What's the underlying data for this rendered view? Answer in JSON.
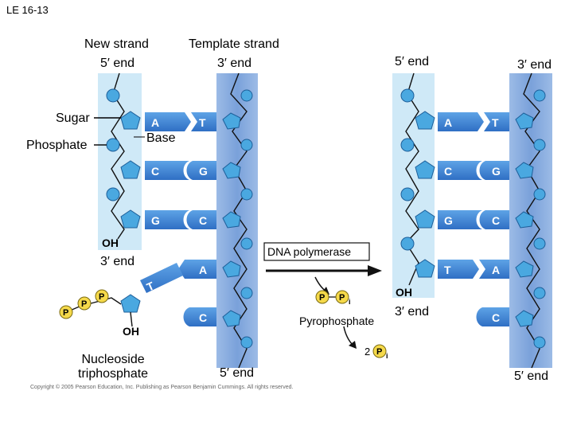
{
  "title": "LE 16-13",
  "left": {
    "new_strand": "New strand",
    "new_5_end": "5′ end",
    "template_strand": "Template strand",
    "template_3_end": "3′ end",
    "sugar": "Sugar",
    "phosphate": "Phosphate",
    "base": "Base",
    "oh": "OH",
    "new_3_end": "3′ end",
    "template_5_end": "5′ end",
    "nucleoside_triphosphate": "Nucleoside\ntriphosphate",
    "incoming_oh": "OH",
    "pairs": [
      {
        "new": "A",
        "template": "T"
      },
      {
        "new": "C",
        "template": "G"
      },
      {
        "new": "G",
        "template": "C"
      }
    ],
    "incoming_base": "T",
    "template_lower": [
      "A",
      "C"
    ],
    "p_label": "P"
  },
  "middle": {
    "enzyme": "DNA polymerase",
    "pyrophosphate": "Pyrophosphate",
    "pi_label": "P",
    "pi_sub": "i",
    "two": "2"
  },
  "right": {
    "new_5_end": "5′ end",
    "template_3_end": "3′ end",
    "oh": "OH",
    "new_3_end": "3′ end",
    "template_5_end": "5′ end",
    "pairs": [
      {
        "new": "A",
        "template": "T"
      },
      {
        "new": "C",
        "template": "G"
      },
      {
        "new": "G",
        "template": "C"
      },
      {
        "new": "T",
        "template": "A"
      }
    ],
    "template_lower": [
      "C"
    ]
  },
  "copyright": "Copyright © 2005 Pearson Education, Inc. Publishing as Pearson Benjamin Cummings. All rights reserved.",
  "colors": {
    "new_strand_bg": "#cfe9f7",
    "template_bg": "#8fb3e3",
    "template_bg_dark": "#6f97d3",
    "sugar": "#4aa8e0",
    "base": "#3f87d6",
    "phosphate": "#f5d94a",
    "arrow": "#111111"
  }
}
